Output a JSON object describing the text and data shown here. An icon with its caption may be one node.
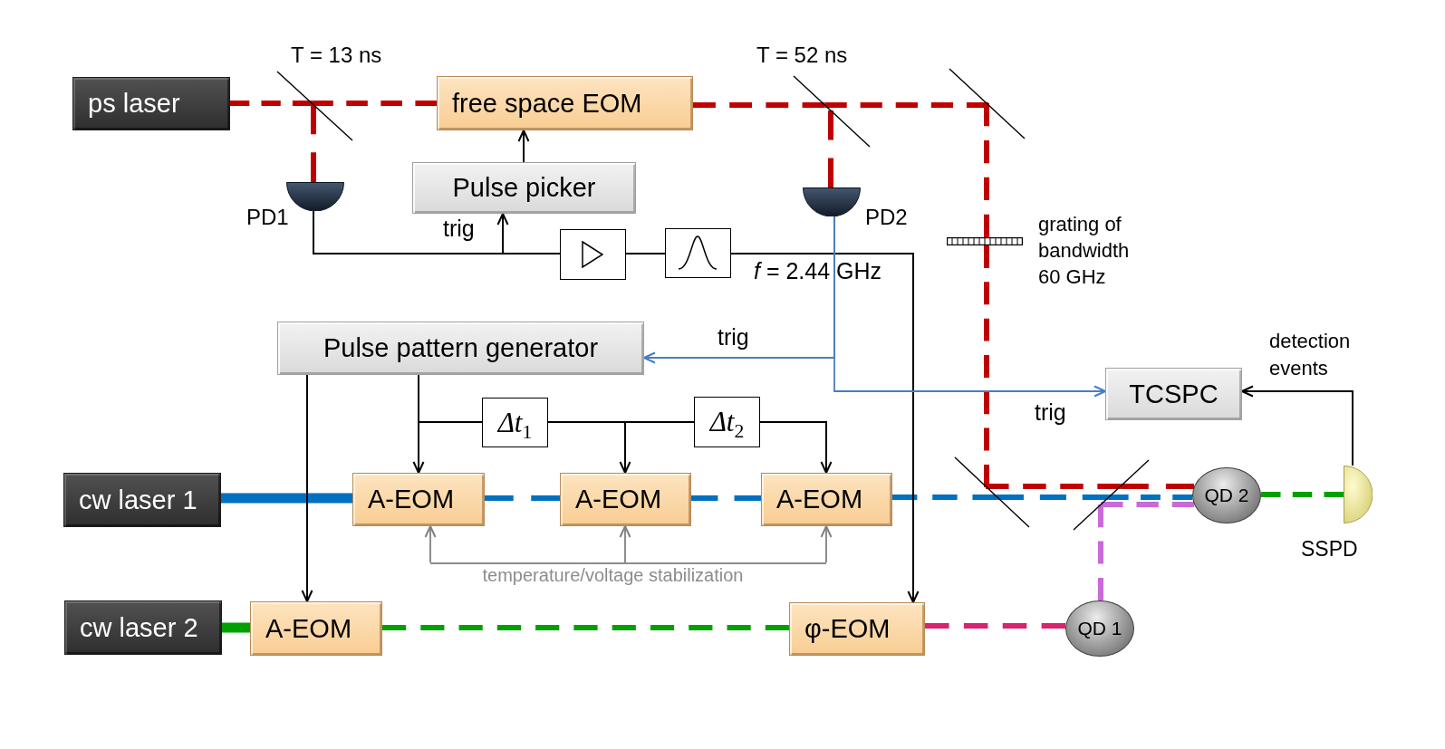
{
  "diagram": {
    "nodes": [
      {
        "text": [
          "ps laser"
        ]
      },
      {
        "text": [],
        "shape": "line",
        "beside": [
          "T = 13 ns"
        ]
      },
      {
        "text": [
          "free space EOM"
        ]
      },
      {
        "text": [],
        "shape": "line",
        "beside": [
          "T = 52 ns"
        ]
      },
      {
        "text": [],
        "shape": "line"
      },
      {
        "text": [],
        "shape": "semicircle",
        "beside": [
          "PD1"
        ]
      },
      {
        "text": [
          "Pulse picker"
        ]
      },
      {
        "text": [],
        "shape": "semicircle",
        "beside": [
          "PD2"
        ]
      },
      {
        "text": [],
        "shape": "box"
      },
      {
        "text": [],
        "shape": "box",
        "beside": [
          "*f* = 2.44 GHz"
        ]
      },
      {
        "text": [],
        "shape": "bar",
        "beside": [
          "grating of bandwidth 60 GHz"
        ]
      },
      {
        "text": [
          "Pulse pattern generator"
        ]
      },
      {
        "text": [
          "TCSPC"
        ]
      },
      {
        "text": [
          "Δt$_{1}$"
        ]
      },
      {
        "text": [
          "Δt$_{2}$"
        ]
      },
      {
        "text": [
          "cw laser 1"
        ]
      },
      {
        "text": [
          "A-EOM"
        ]
      },
      {
        "text": [
          "A-EOM"
        ]
      },
      {
        "text": [
          "A-EOM"
        ]
      },
      {
        "text": [],
        "shape": "line"
      },
      {
        "text": [],
        "shape": "line"
      },
      {
        "text": [
          "QD 2"
        ]
      },
      {
        "text": [],
        "shape": "semicircle",
        "beside": [
          "SSPD"
        ]
      },
      {
        "text": [
          "temperature/voltage stabilization"
        ]
      },
      {
        "text": [
          "cw laser 2"
        ]
      },
      {
        "text": [
          "A-EOM"
        ]
      },
      {
        "text": [
          "φ-EOM"
        ]
      },
      {
        "text": [
          "QD 1"
        ]
      }
    ],
    "edges": [
      {
        "from": 0,
        "to": 1,
        "arrow": "none",
        "style": "dashed",
        "color": "#c00000"
      },
      {
        "from": 1,
        "to": 2,
        "arrow": "none",
        "style": "dashed",
        "color": "#c00000"
      },
      {
        "from": 1,
        "to": 5,
        "arrow": "none",
        "style": "dashed",
        "color": "#c00000"
      },
      {
        "from": 2,
        "to": 3,
        "arrow": "none",
        "style": "dashed",
        "color": "#c00000"
      },
      {
        "from": 3,
        "to": 7,
        "arrow": "none",
        "style": "dashed",
        "color": "#c00000"
      },
      {
        "from": 3,
        "to": 4,
        "arrow": "none",
        "style": "dashed",
        "color": "#c00000"
      },
      {
        "from": 4,
        "to": 10,
        "arrow": "none",
        "style": "dashed",
        "color": "#c00000"
      },
      {
        "from": 10,
        "to": 19,
        "arrow": "none",
        "style": "dashed",
        "color": "#c00000"
      },
      {
        "from": 19,
        "to": 20,
        "arrow": "none",
        "style": "dashed",
        "color": "#c00000"
      },
      {
        "from": 20,
        "to": 21,
        "arrow": "none",
        "style": "dashed",
        "color": "#c00000"
      },
      {
        "from": 15,
        "to": 16,
        "arrow": "none",
        "style": "thick",
        "color": "#0070c0"
      },
      {
        "from": 16,
        "to": 17,
        "arrow": "none",
        "style": "dashed",
        "color": "#0070c0"
      },
      {
        "from": 17,
        "to": 18,
        "arrow": "none",
        "style": "dashed",
        "color": "#0070c0"
      },
      {
        "from": 18,
        "to": 19,
        "arrow": "none",
        "style": "dashed",
        "color": "#0070c0"
      },
      {
        "from": 19,
        "to": 20,
        "arrow": "none",
        "style": "dashed",
        "color": "#0070c0"
      },
      {
        "from": 20,
        "to": 21,
        "arrow": "none",
        "style": "dashed",
        "color": "#0070c0"
      },
      {
        "from": 24,
        "to": 25,
        "arrow": "none",
        "style": "thick",
        "color": "#00a000"
      },
      {
        "from": 25,
        "to": 26,
        "arrow": "none",
        "style": "dashed",
        "color": "#00a000"
      },
      {
        "from": 26,
        "to": 27,
        "arrow": "none",
        "style": "dashed",
        "color": "#d6246e"
      },
      {
        "from": 27,
        "to": 20,
        "arrow": "none",
        "style": "dashed",
        "color": "#c86ad8"
      },
      {
        "from": 20,
        "to": 21,
        "arrow": "none",
        "style": "dashed",
        "color": "#c86ad8"
      },
      {
        "from": 21,
        "to": 22,
        "arrow": "none",
        "style": "dashed",
        "color": "#00a000"
      },
      {
        "from": 6,
        "to": 2,
        "arrow": "to"
      },
      {
        "from": 5,
        "to": 6,
        "arrow": "to",
        "label": "trig"
      },
      {
        "from": 5,
        "to": 8,
        "arrow": "none"
      },
      {
        "from": 8,
        "to": 9,
        "arrow": "none"
      },
      {
        "from": 9,
        "to": 26,
        "arrow": "to"
      },
      {
        "from": 7,
        "to": 11,
        "arrow": "to",
        "label": "trig",
        "color": "#4a7ebb"
      },
      {
        "from": 7,
        "to": 12,
        "arrow": "to",
        "label": "trig",
        "color": "#4a7ebb"
      },
      {
        "from": 11,
        "to": 25,
        "arrow": "to"
      },
      {
        "from": 11,
        "to": 16,
        "arrow": "to"
      },
      {
        "from": 11,
        "to": 13,
        "arrow": "none"
      },
      {
        "from": 13,
        "to": 17,
        "arrow": "to"
      },
      {
        "from": 13,
        "to": 14,
        "arrow": "none"
      },
      {
        "from": 14,
        "to": 18,
        "arrow": "to"
      },
      {
        "from": 22,
        "to": 12,
        "arrow": "to",
        "label": "detection events"
      },
      {
        "from": 23,
        "to": 16,
        "arrow": "to",
        "color": "#808080"
      },
      {
        "from": 23,
        "to": 17,
        "arrow": "to",
        "color": "#808080"
      },
      {
        "from": 23,
        "to": 18,
        "arrow": "to",
        "color": "#808080"
      }
    ]
  }
}
